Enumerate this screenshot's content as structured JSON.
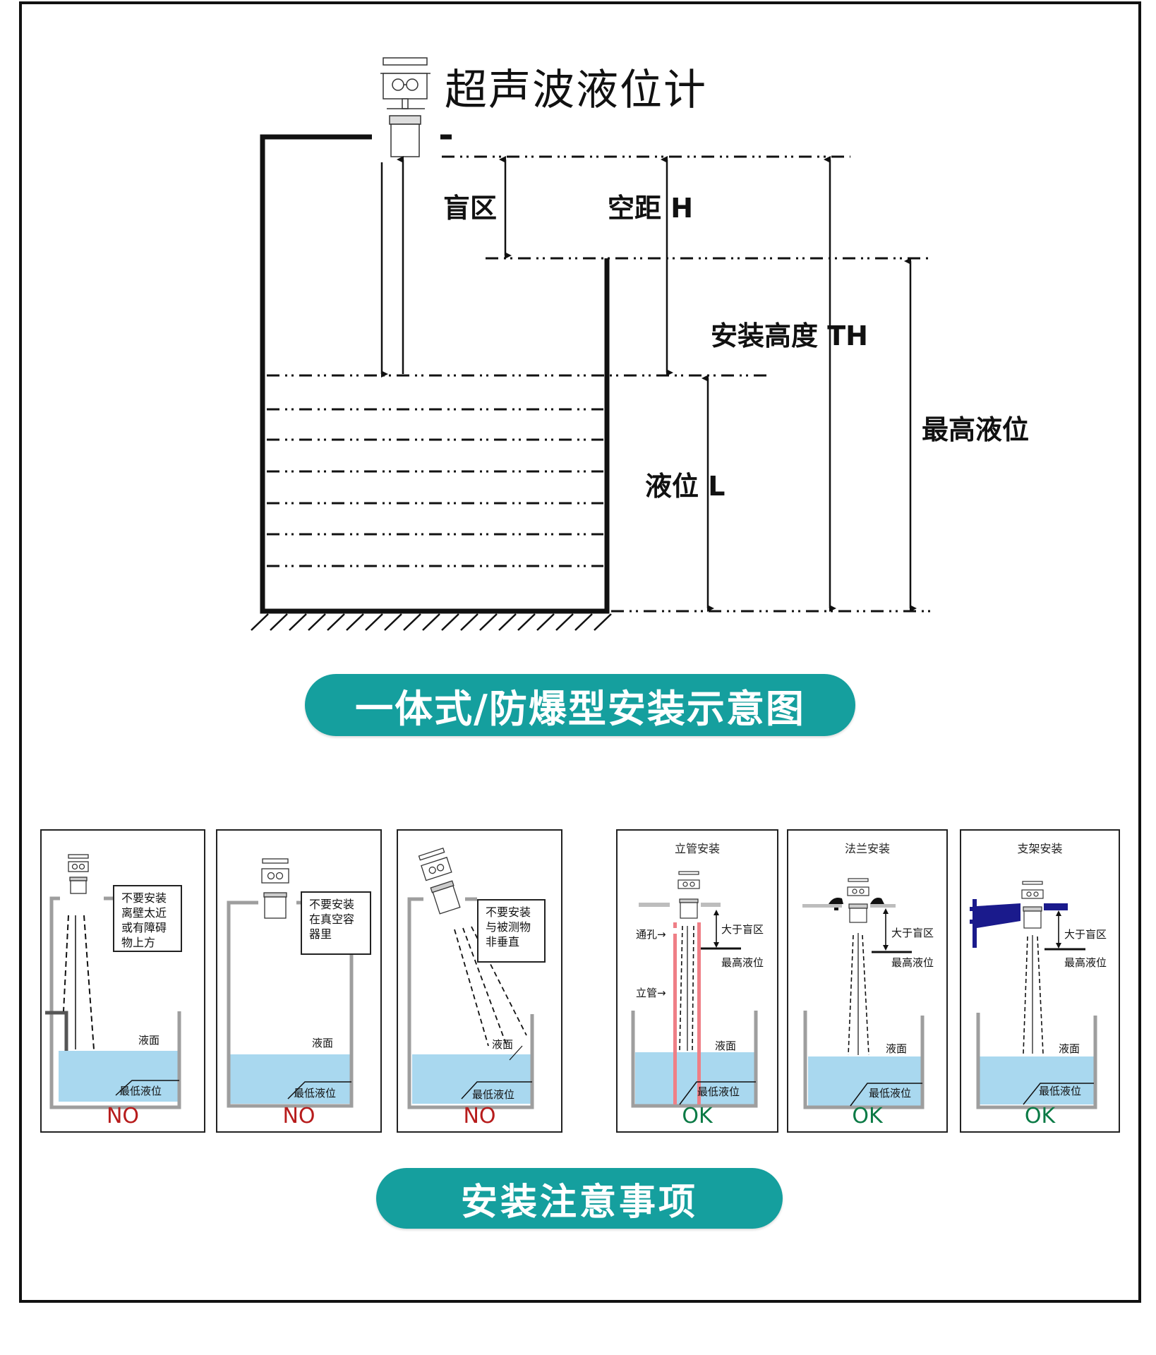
{
  "main_diagram": {
    "title": "超声波液位计",
    "labels": {
      "blind_zone": "盲区",
      "empty_distance": "空距 H",
      "install_height": "安装高度 TH",
      "max_level": "最高液位",
      "liquid_level": "液位 L"
    },
    "caption": "一体式/防爆型安装示意图"
  },
  "notes_section": {
    "caption": "安装注意事项",
    "colors": {
      "banner": "#159f9e",
      "no": "#b71c1c",
      "ok": "#0a7a45",
      "liquid": "#a9d8ef",
      "standpipe": "#ef7f86",
      "bracket": "#1a1a8c"
    },
    "panels": [
      {
        "verdict": "NO",
        "note": [
          "不要安装",
          "离壁太近",
          "或有障碍",
          "物上方"
        ],
        "surface": "液面",
        "min_level": "最低液位"
      },
      {
        "verdict": "NO",
        "note": [
          "不要安装",
          "在真空容",
          "器里"
        ],
        "surface": "液面",
        "min_level": "最低液位"
      },
      {
        "verdict": "NO",
        "note": [
          "不要安装",
          "与被测物",
          "非垂直"
        ],
        "surface": "液面",
        "min_level": "最低液位"
      },
      {
        "verdict": "OK",
        "title": "立管安装",
        "vent": "通孔→",
        "pipe": "立管→",
        "gap": "大于盲区",
        "max_level": "最高液位",
        "surface": "液面",
        "min_level": "最低液位"
      },
      {
        "verdict": "OK",
        "title": "法兰安装",
        "gap": "大于盲区",
        "max_level": "最高液位",
        "surface": "液面",
        "min_level": "最低液位"
      },
      {
        "verdict": "OK",
        "title": "支架安装",
        "gap": "大于盲区",
        "max_level": "最高液位",
        "surface": "液面",
        "min_level": "最低液位"
      }
    ]
  }
}
